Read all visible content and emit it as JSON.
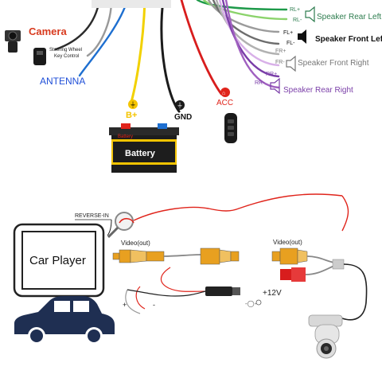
{
  "top": {
    "camera": "Camera",
    "steering": [
      "Steering Wheel",
      "Key Control"
    ],
    "antenna": "ANTENNA",
    "b_plus": "B+",
    "gnd": "GND",
    "acc": "ACC",
    "battery": "Battery",
    "battery_small": "Battery",
    "speakers": [
      {
        "pos": "RL+",
        "neg": "RL-",
        "label": "Speaker Rear Left"
      },
      {
        "pos": "FL+",
        "neg": "FL-",
        "label": "Speaker Front Left"
      },
      {
        "pos": "FR+",
        "neg": "FR-",
        "label": "Speaker Front Right"
      },
      {
        "pos": "RR+",
        "neg": "RR-",
        "label": "Speaker Rear Right"
      }
    ]
  },
  "bottom": {
    "reverse_in": "REVERSE-IN",
    "car_player": "Car Player",
    "video_out_1": "Video(out)",
    "video_out_2": "Video(out)",
    "plus_12v": "+12V",
    "plus": "+",
    "minus": "-"
  },
  "colors": {
    "camera_label": "#d83a1e",
    "antenna_label": "#1f4fd8",
    "acc_label": "#e0241b",
    "speaker_green": "#2e7d4f",
    "battery_yellow": "#f4c400",
    "rca_yellow": "#e8a020"
  }
}
